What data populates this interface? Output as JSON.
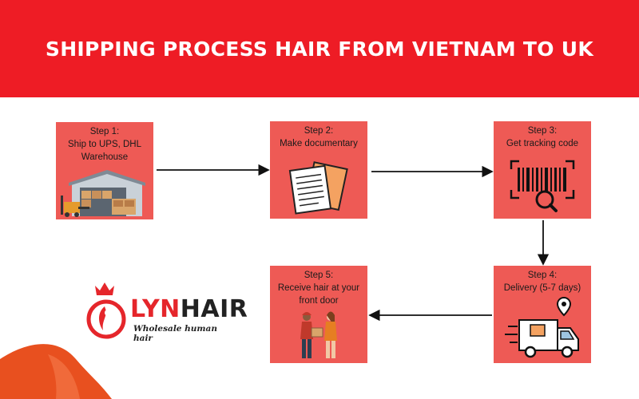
{
  "title": "SHIPPING PROCESS HAIR FROM VIETNAM TO UK",
  "colors": {
    "banner": "#ee1c25",
    "step_box": "#ee5a55",
    "logo_red": "#e5262b"
  },
  "steps": [
    {
      "lines": [
        "Step 1:",
        "Ship to UPS, DHL",
        "Warehouse"
      ],
      "icon": "warehouse-forklift-icon"
    },
    {
      "lines": [
        "Step 2:",
        "Make documentary"
      ],
      "icon": "documents-icon"
    },
    {
      "lines": [
        "Step 3:",
        "Get tracking code"
      ],
      "icon": "barcode-search-icon"
    },
    {
      "lines": [
        "Step 4:",
        "Delivery (5-7 days)"
      ],
      "icon": "delivery-truck-icon"
    },
    {
      "lines": [
        "Step 5:",
        "Receive hair at your",
        "front door"
      ],
      "icon": "handover-people-icon"
    }
  ],
  "logo": {
    "brand_red": "LYN",
    "brand_dark": "HAIR",
    "tagline": "Wholesale human hair",
    "icon": "crown-hair-logo-icon"
  }
}
